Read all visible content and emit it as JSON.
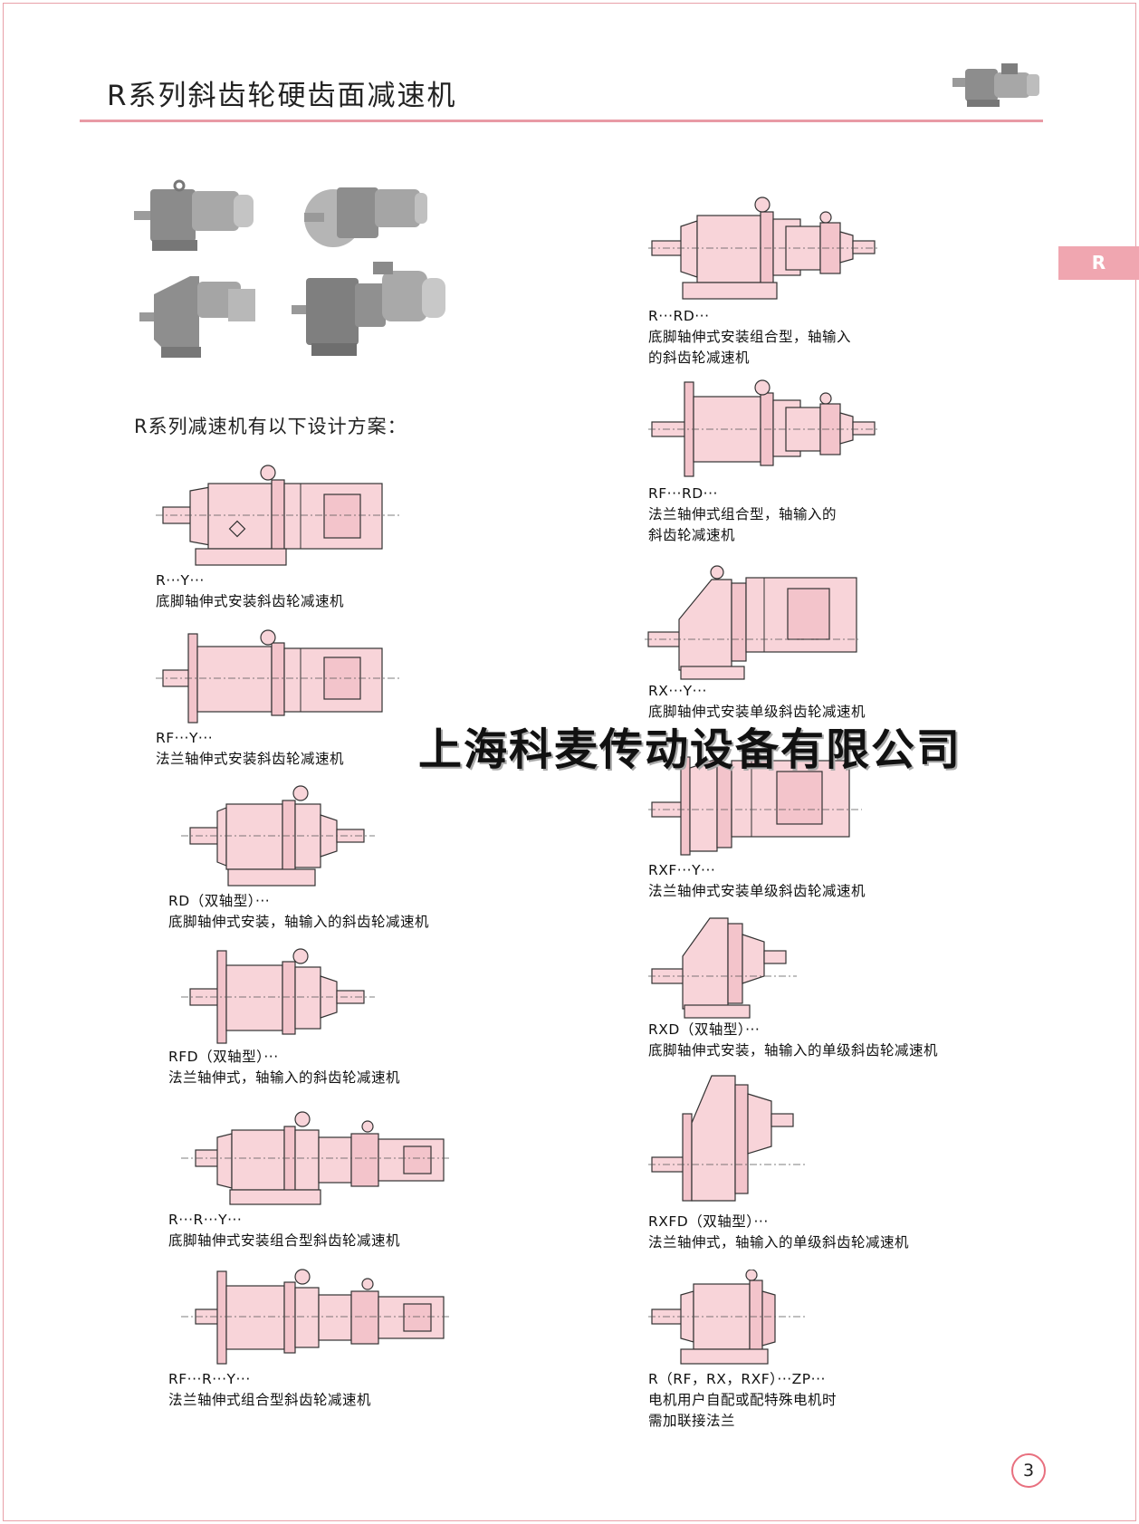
{
  "page": {
    "title": "R系列斜齿轮硬齿面减速机",
    "side_tab": "R",
    "intro": "R系列减速机有以下设计方案：",
    "watermark": "上海科麦传动设备有限公司",
    "page_number": "3"
  },
  "colors": {
    "accent": "#e89aa5",
    "diagram_fill": "#f8d4d9",
    "tab": "#f0a6b0"
  },
  "left_column": [
    {
      "code": "R···Y···",
      "desc": [
        "底脚轴伸式安装斜齿轮减速机"
      ]
    },
    {
      "code": "RF···Y···",
      "desc": [
        "法兰轴伸式安装斜齿轮减速机"
      ]
    },
    {
      "code": "RD（双轴型）···",
      "desc": [
        "底脚轴伸式安装，轴输入的斜齿轮减速机"
      ]
    },
    {
      "code": "RFD（双轴型）···",
      "desc": [
        "法兰轴伸式，轴输入的斜齿轮减速机"
      ]
    },
    {
      "code": "R···R···Y···",
      "desc": [
        "底脚轴伸式安装组合型斜齿轮减速机"
      ]
    },
    {
      "code": "RF···R···Y···",
      "desc": [
        "法兰轴伸式组合型斜齿轮减速机"
      ]
    }
  ],
  "right_column": [
    {
      "code": "R···RD···",
      "desc": [
        "底脚轴伸式安装组合型，轴输入",
        "的斜齿轮减速机"
      ]
    },
    {
      "code": "RF···RD···",
      "desc": [
        "法兰轴伸式组合型，轴输入的",
        "斜齿轮减速机"
      ]
    },
    {
      "code": "RX···Y···",
      "desc": [
        "底脚轴伸式安装单级斜齿轮减速机"
      ]
    },
    {
      "code": "RXF···Y···",
      "desc": [
        "法兰轴伸式安装单级斜齿轮减速机"
      ]
    },
    {
      "code": "RXD（双轴型）···",
      "desc": [
        "底脚轴伸式安装，轴输入的单级斜齿轮减速机"
      ]
    },
    {
      "code": "RXFD（双轴型）···",
      "desc": [
        "法兰轴伸式，轴输入的单级斜齿轮减速机"
      ]
    },
    {
      "code": "R（RF，RX，RXF）···ZP···",
      "desc": [
        "电机用户自配或配特殊电机时",
        "需加联接法兰"
      ]
    }
  ]
}
